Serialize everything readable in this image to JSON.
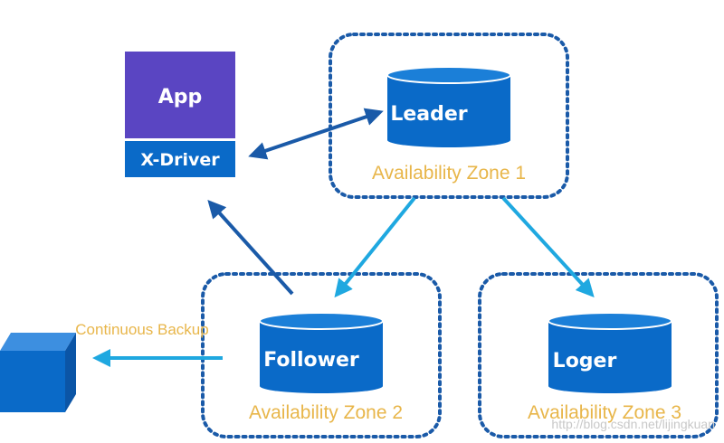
{
  "app": {
    "title": "App",
    "driver": "X-Driver"
  },
  "nodes": {
    "leader": "Leader",
    "follower": "Follower",
    "logger": "Loger"
  },
  "zones": {
    "zone1": "Availability Zone 1",
    "zone2": "Availability Zone 2",
    "zone3": "Availability Zone 3"
  },
  "backup": {
    "label": "Continuous Backup"
  },
  "watermark": "http://blog.csdn.net/lijingkuan",
  "colors": {
    "app_purple": "#5a45c2",
    "node_blue": "#0a6ac8",
    "node_top": "#1b7fd8",
    "dark_arrow": "#1a5aa8",
    "light_arrow": "#1fa8e0",
    "zone_border": "#1a5aa8",
    "label_gold": "#e8b64a"
  }
}
